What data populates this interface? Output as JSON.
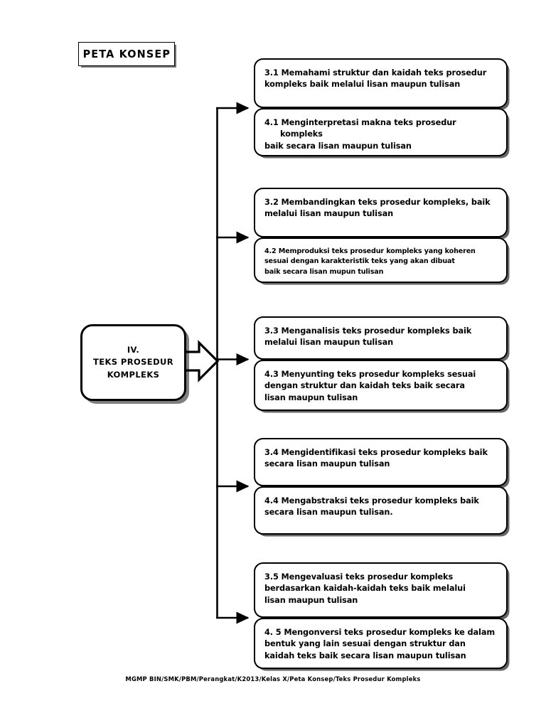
{
  "page": {
    "title_box": {
      "label": "PETA KONSEP"
    },
    "footer": "MGMP BIN/SMK/PBM/Perangkat/K2013/Kelas X/Peta Konsep/Teks Prosedur Kompleks",
    "colors": {
      "ink": "#000000",
      "paper": "#ffffff"
    }
  },
  "central_node": {
    "line1": "IV.",
    "line2": "TEKS PROSEDUR",
    "line3": "KOMPLEKS"
  },
  "groups": [
    {
      "id": "group-1",
      "boxes": [
        {
          "code": "3.1",
          "lines": [
            "3.1  Memahami struktur  dan kaidah teks prosedur",
            "kompleks baik melalui lisan maupun tulisan"
          ]
        },
        {
          "code": "4.1",
          "lines": [
            "4.1 Menginterpretasi makna teks prosedur kompleks",
            "baik secara lisan maupun tulisan"
          ]
        }
      ]
    },
    {
      "id": "group-2",
      "boxes": [
        {
          "code": "3.2",
          "lines": [
            "3.2 Membandingkan teks prosedur kompleks, baik",
            " melalui lisan maupun tulisan"
          ]
        },
        {
          "code": "4.2",
          "lines": [
            "4.2 Memproduksi teks prosedur kompleks yang koheren",
            " sesuai dengan karakteristik teks yang akan dibuat",
            "baik secara lisan mupun  tulisan"
          ]
        }
      ]
    },
    {
      "id": "group-3",
      "boxes": [
        {
          "code": "3.3",
          "lines": [
            "3.3 Menganalisis teks  prosedur kompleks baik",
            " melalui lisan maupun tulisan"
          ]
        },
        {
          "code": "4.3",
          "lines": [
            "4.3 Menyunting teks prosedur kompleks sesuai",
            "dengan struktur dan kaidah teks baik secara",
            "lisan maupun tulisan"
          ]
        }
      ]
    },
    {
      "id": "group-4",
      "boxes": [
        {
          "code": "3.4",
          "lines": [
            "3.4 Mengidentifikasi teks prosedur kompleks baik",
            "secara lisan maupun tulisan"
          ]
        },
        {
          "code": "4.4",
          "lines": [
            "4.4 Mengabstraksi teks prosedur kompleks baik",
            "secara lisan maupun tulisan."
          ]
        }
      ]
    },
    {
      "id": "group-5",
      "boxes": [
        {
          "code": "3.5",
          "lines": [
            "3.5 Mengevaluasi teks prosedur kompleks",
            "berdasarkan kaidah-kaidah teks baik melalui",
            "lisan maupun tulisan"
          ]
        },
        {
          "code": "4.5",
          "lines": [
            "4. 5 Mengonversi teks prosedur kompleks ke dalam",
            "bentuk yang lain sesuai dengan struktur dan",
            "kaidah teks baik secara lisan maupun tulisan"
          ]
        }
      ]
    }
  ]
}
